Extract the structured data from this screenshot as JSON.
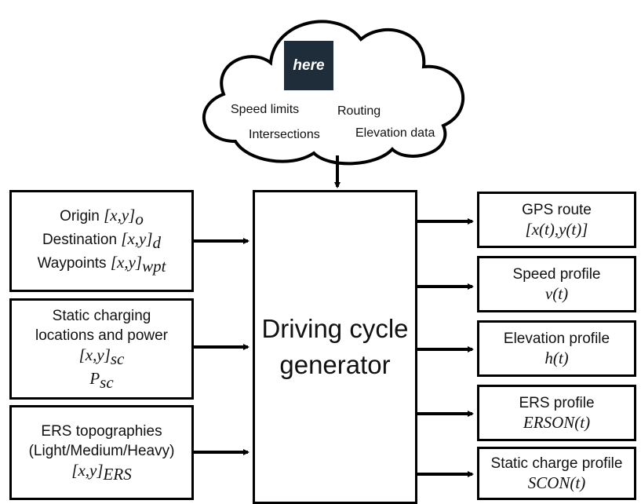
{
  "cloud": {
    "logo_text": "here",
    "items": [
      "Speed limits",
      "Routing",
      "Intersections",
      "Elevation data"
    ]
  },
  "inputs": {
    "origin_label": "Origin",
    "origin_math": "[x,y]",
    "origin_sub": "o",
    "destination_label": "Destination",
    "destination_math": "[x,y]",
    "destination_sub": "d",
    "waypoints_label": "Waypoints",
    "waypoints_math": "[x,y]",
    "waypoints_sub": "wpt",
    "static_line1": "Static charging",
    "static_line2": "locations and power",
    "static_math": "[x,y]",
    "static_sub": "sc",
    "static_p": "P",
    "static_p_sub": "sc",
    "ers_line1": "ERS topographies",
    "ers_line2": "(Light/Medium/Heavy)",
    "ers_math": "[x,y]",
    "ers_sub": "ERS"
  },
  "generator": {
    "line1": "Driving cycle",
    "line2": "generator"
  },
  "outputs": [
    {
      "title": "GPS route",
      "math": "[x(t),y(t)]"
    },
    {
      "title": "Speed profile",
      "math": "v(t)"
    },
    {
      "title": "Elevation profile",
      "math": "h(t)"
    },
    {
      "title": "ERS profile",
      "math": "ERSON(t)"
    },
    {
      "title": "Static charge profile",
      "math": "SCON(t)"
    }
  ]
}
